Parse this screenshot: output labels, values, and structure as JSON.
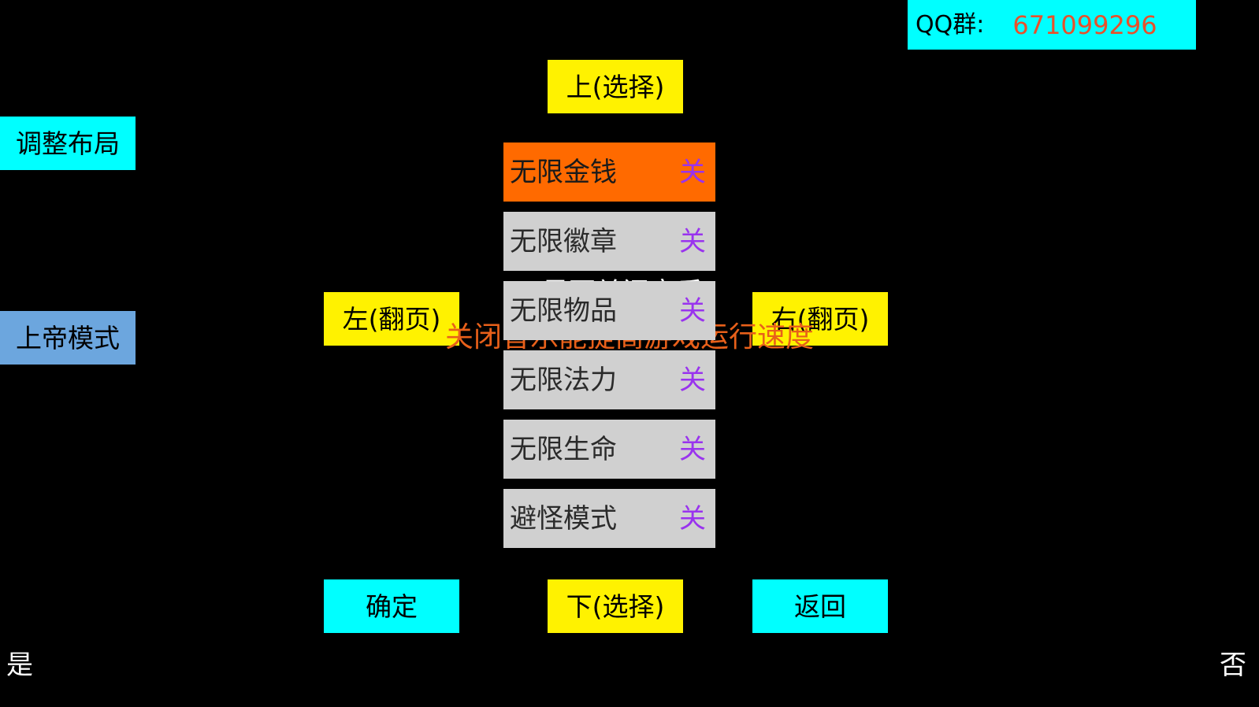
{
  "banner": {
    "label": "QQ群:",
    "number": "671099296",
    "bg_color": "#00FFFF",
    "number_color": "#E8502A"
  },
  "buttons": {
    "adjust_layout": "调整布局",
    "god_mode": "上帝模式",
    "up_select": "上(选择)",
    "left_page": "左(翻页)",
    "right_page": "右(翻页)",
    "confirm": "确定",
    "down_select": "下(选择)",
    "back": "返回"
  },
  "dialog": {
    "question": "是否关闭音乐?",
    "hint": "关闭音乐能提高游戏运行速度",
    "yes": "是",
    "no": "否",
    "question_color": "#FFFFFF",
    "hint_color": "#E8601A"
  },
  "cheat_menu": {
    "selected_index": 0,
    "selected_color": "#FF6A00",
    "row_color": "#D0D0D0",
    "value_color": "#9933EE",
    "rows": [
      {
        "label": "无限金钱",
        "value": "关"
      },
      {
        "label": "无限徽章",
        "value": "关"
      },
      {
        "label": "无限物品",
        "value": "关"
      },
      {
        "label": "无限法力",
        "value": "关"
      },
      {
        "label": "无限生命",
        "value": "关"
      },
      {
        "label": "避怪模式",
        "value": "关"
      }
    ]
  }
}
